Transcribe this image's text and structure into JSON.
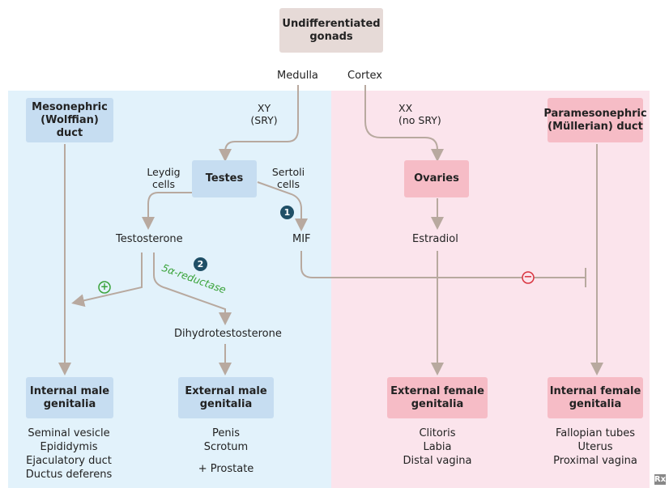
{
  "nodes": {
    "gonads": "Undifferentiated\ngonads",
    "mesonephric": "Mesonephric\n(Wolffian) duct",
    "paramesonephric": "Paramesonephric\n(Müllerian) duct",
    "testes": "Testes",
    "ovaries": "Ovaries",
    "internal_male": "Internal male\ngenitalia",
    "external_male": "External male\ngenitalia",
    "external_female": "External female\ngenitalia",
    "internal_female": "Internal female\ngenitalia"
  },
  "labels": {
    "medulla": "Medulla",
    "cortex": "Cortex",
    "xy": "XY\n(SRY)",
    "xx": "XX\n(no SRY)",
    "leydig": "Leydig\ncells",
    "sertoli": "Sertoli\ncells",
    "testosterone": "Testosterone",
    "mif": "MIF",
    "estradiol": "Estradiol",
    "dht": "Dihydrotestosterone",
    "enzyme": "5α-reductase",
    "badge1": "1",
    "badge2": "2",
    "plus": "+",
    "minus": "−"
  },
  "lists": {
    "internal_male": "Seminal vesicle\nEpididymis\nEjaculatory duct\nDuctus deferens",
    "external_male": "Penis\nScrotum",
    "external_male_extra": "+ Prostate",
    "external_female": "Clitoris\nLabia\nDistal vagina",
    "internal_female": "Fallopian tubes\nUterus\nProximal vagina"
  },
  "logo": "Rx",
  "colors": {
    "male_bg": "#e2f2fb",
    "female_bg": "#fbe4ec",
    "arrow": "#b8a99f",
    "inhibit": "#d9333f",
    "stimulate": "#3aa33a"
  }
}
